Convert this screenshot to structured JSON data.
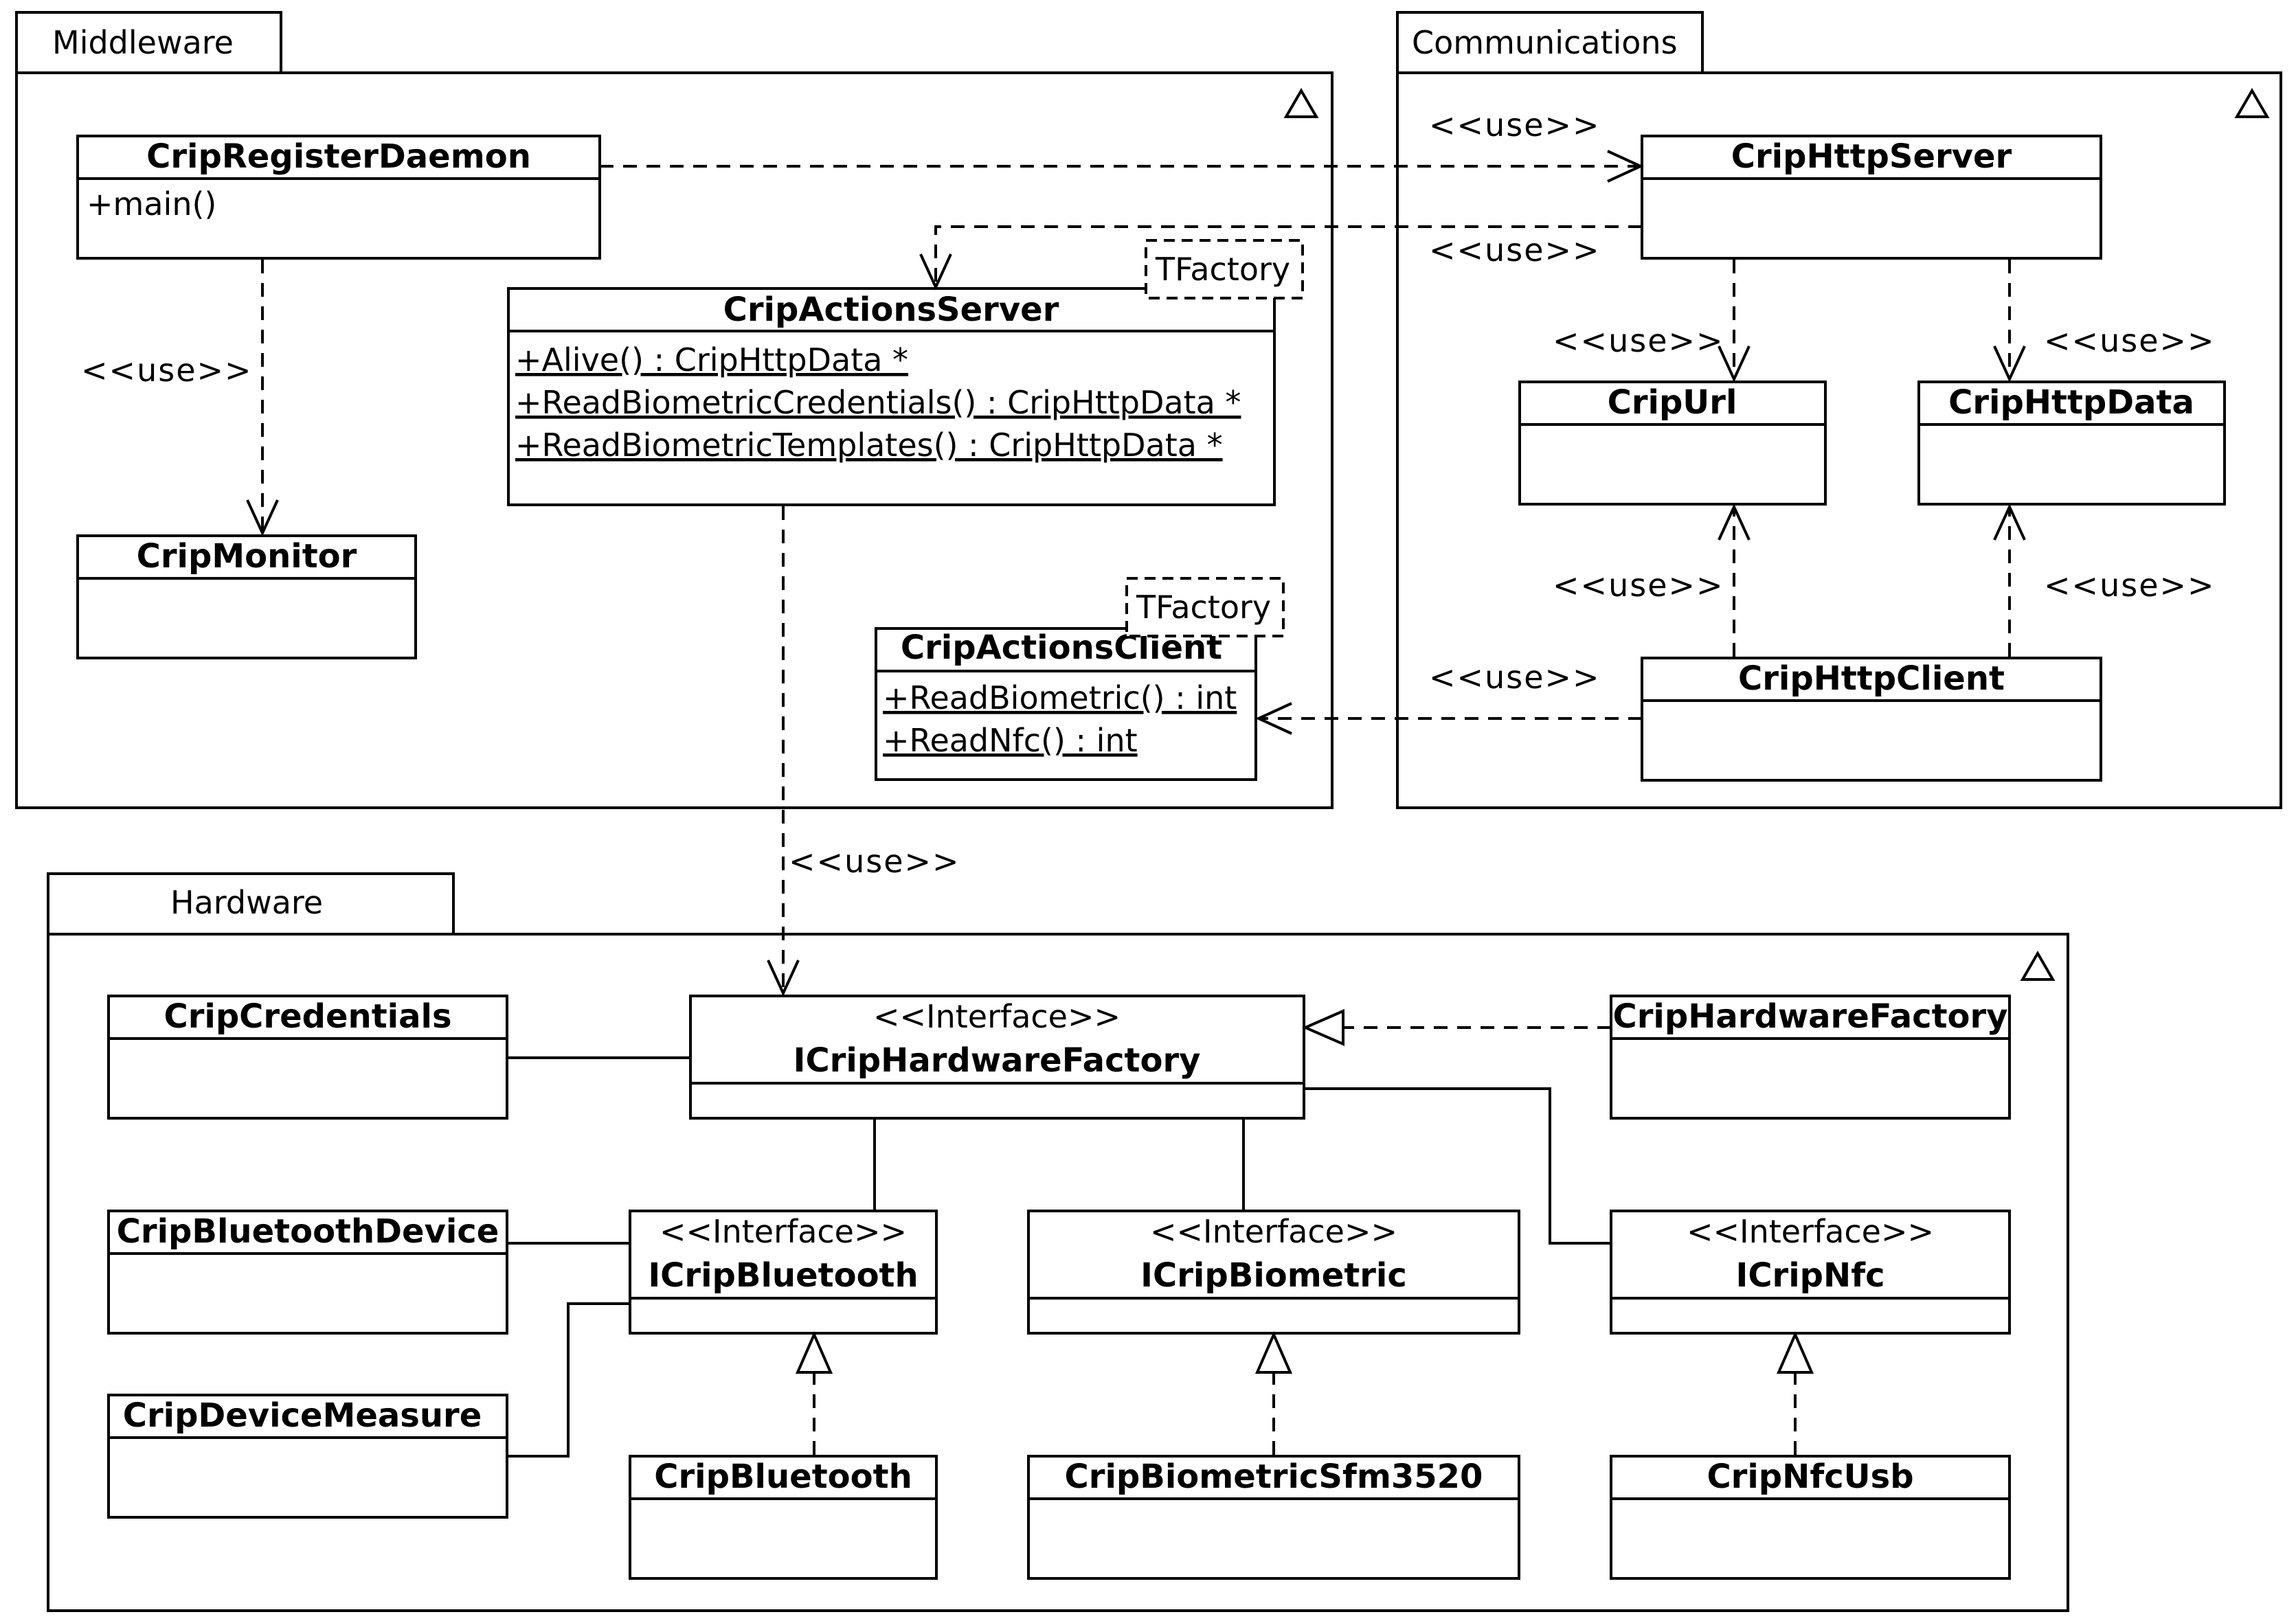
{
  "packages": {
    "middleware": "Middleware",
    "communications": "Communications",
    "hardware": "Hardware"
  },
  "classes": {
    "crip_register_daemon": {
      "name": "CripRegisterDaemon",
      "members": [
        "+main()"
      ]
    },
    "crip_monitor": {
      "name": "CripMonitor"
    },
    "crip_actions_server": {
      "name": "CripActionsServer",
      "template": "TFactory",
      "members": [
        "+Alive() : CripHttpData *",
        "+ReadBiometricCredentials() : CripHttpData *",
        "+ReadBiometricTemplates() : CripHttpData *"
      ]
    },
    "crip_actions_client": {
      "name": "CripActionsClient",
      "template": "TFactory",
      "members": [
        "+ReadBiometric() : int",
        "+ReadNfc() : int"
      ]
    },
    "crip_http_server": {
      "name": "CripHttpServer"
    },
    "crip_url": {
      "name": "CripUrl"
    },
    "crip_http_data": {
      "name": "CripHttpData"
    },
    "crip_http_client": {
      "name": "CripHttpClient"
    },
    "crip_credentials": {
      "name": "CripCredentials"
    },
    "icrip_hardware_factory": {
      "stereotype": "<<Interface>>",
      "name": "ICripHardwareFactory"
    },
    "crip_hardware_factory": {
      "name": "CripHardwareFactory"
    },
    "crip_bluetooth_device": {
      "name": "CripBluetoothDevice"
    },
    "icrip_bluetooth": {
      "stereotype": "<<Interface>>",
      "name": "ICripBluetooth"
    },
    "icrip_biometric": {
      "stereotype": "<<Interface>>",
      "name": "ICripBiometric"
    },
    "icrip_nfc": {
      "stereotype": "<<Interface>>",
      "name": "ICripNfc"
    },
    "crip_device_measure": {
      "name": "CripDeviceMeasure"
    },
    "crip_bluetooth": {
      "name": "CripBluetooth"
    },
    "crip_biometric_sfm3520": {
      "name": "CripBiometricSfm3520"
    },
    "crip_nfc_usb": {
      "name": "CripNfcUsb"
    }
  },
  "labels": {
    "use": "<<use>>"
  }
}
